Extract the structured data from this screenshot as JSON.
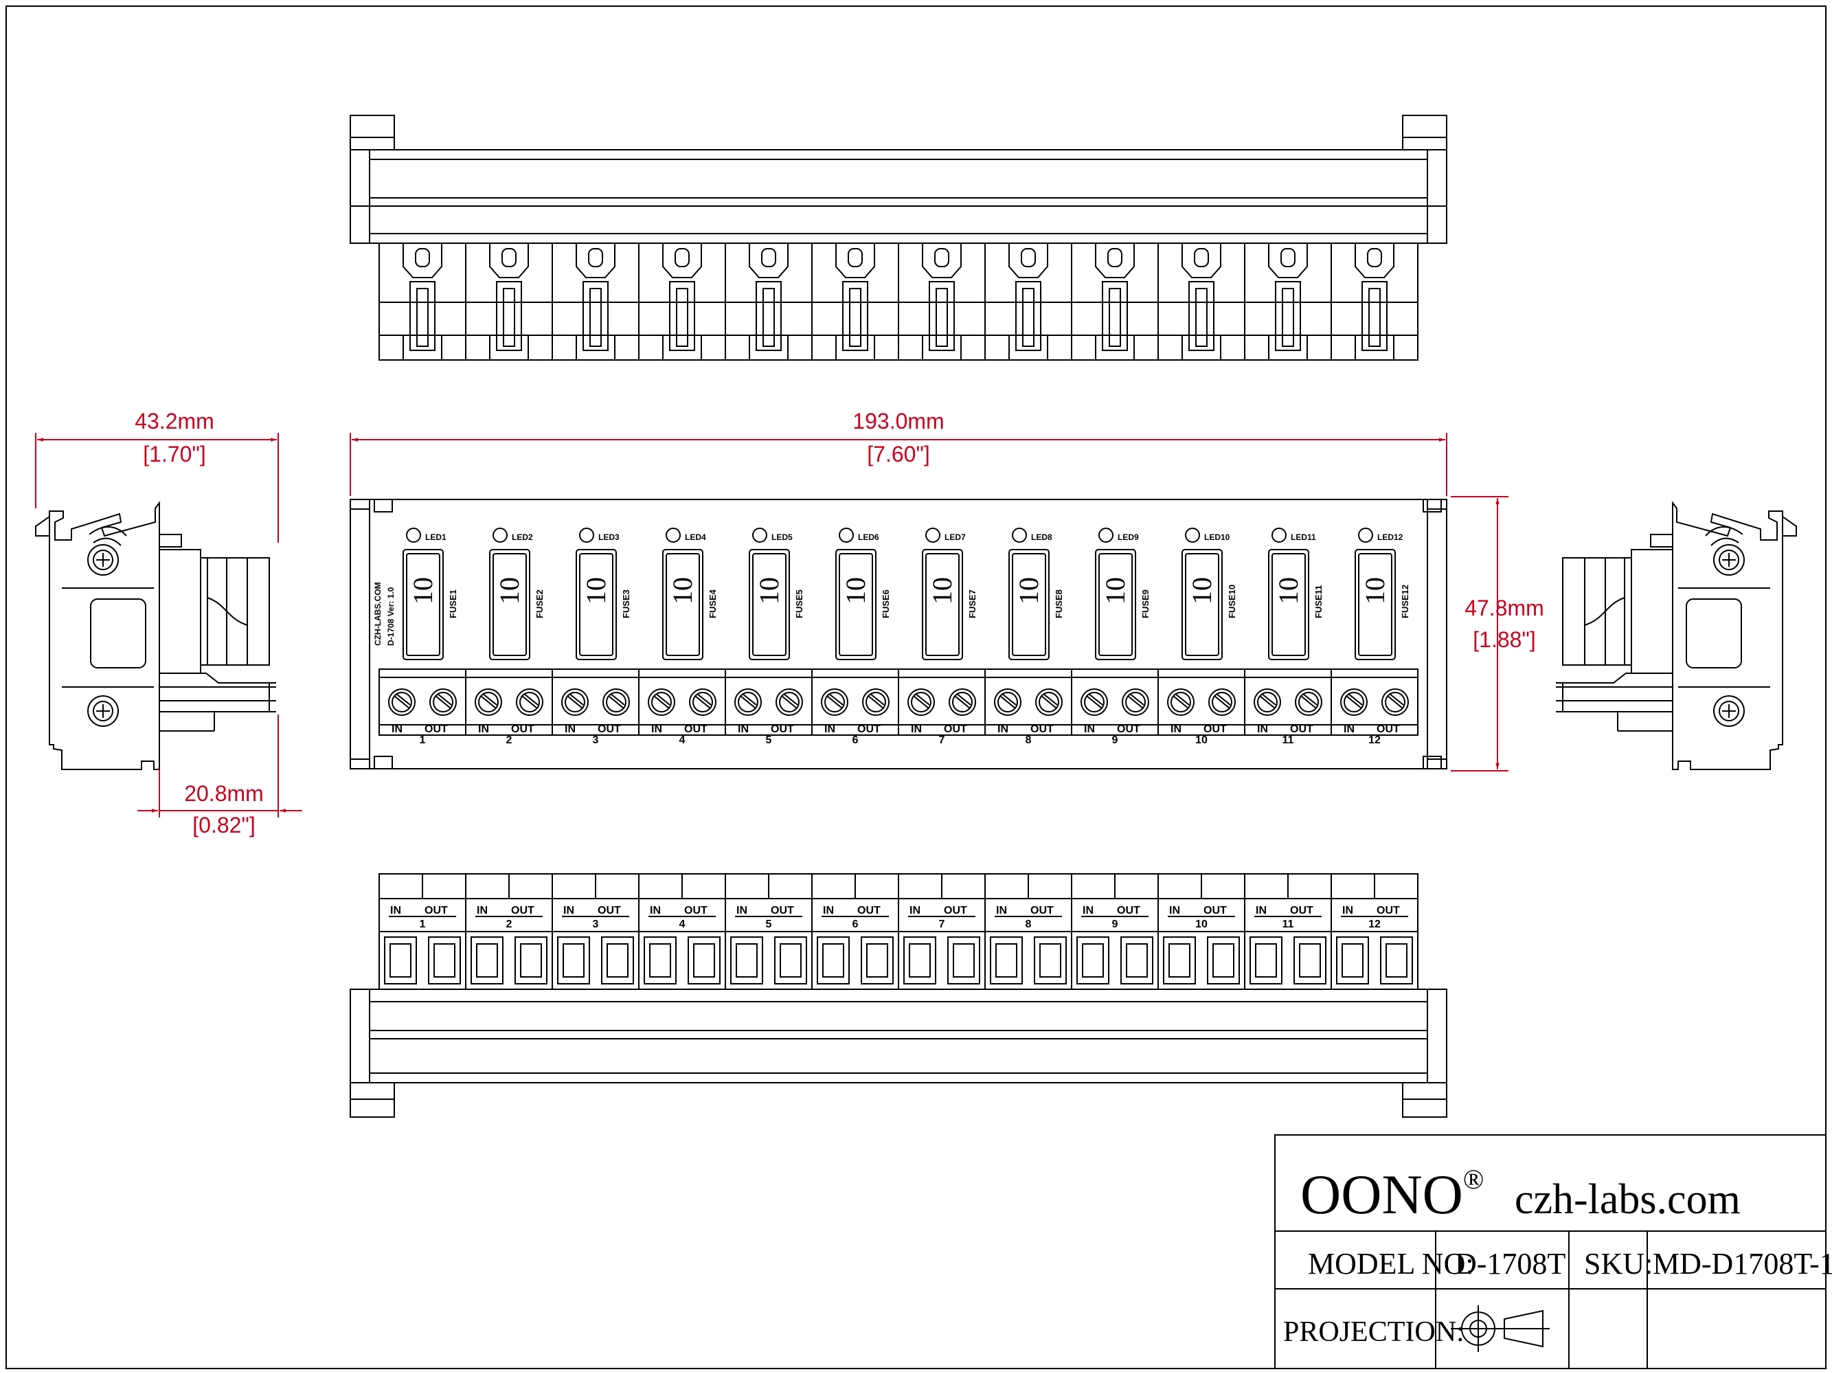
{
  "dimensions": {
    "overall_width_mm": "193.0mm",
    "overall_width_in": "[7.60\"]",
    "height_mm": "47.8mm",
    "height_in": "[1.88\"]",
    "depth_mm": "43.2mm",
    "depth_in": "[1.70\"]",
    "rail_offset_mm": "20.8mm",
    "rail_offset_in": "[0.82\"]"
  },
  "board": {
    "silkscreen_line1": "CZH-LABS.COM",
    "silkscreen_line2": "D-1708  Ver: 1.0",
    "fuse_rating": "10",
    "channels": [
      {
        "led": "LED1",
        "fuse": "FUSE1",
        "num": "1"
      },
      {
        "led": "LED2",
        "fuse": "FUSE2",
        "num": "2"
      },
      {
        "led": "LED3",
        "fuse": "FUSE3",
        "num": "3"
      },
      {
        "led": "LED4",
        "fuse": "FUSE4",
        "num": "4"
      },
      {
        "led": "LED5",
        "fuse": "FUSE5",
        "num": "5"
      },
      {
        "led": "LED6",
        "fuse": "FUSE6",
        "num": "6"
      },
      {
        "led": "LED7",
        "fuse": "FUSE7",
        "num": "7"
      },
      {
        "led": "LED8",
        "fuse": "FUSE8",
        "num": "8"
      },
      {
        "led": "LED9",
        "fuse": "FUSE9",
        "num": "9"
      },
      {
        "led": "LED10",
        "fuse": "FUSE10",
        "num": "10"
      },
      {
        "led": "LED11",
        "fuse": "FUSE11",
        "num": "11"
      },
      {
        "led": "LED12",
        "fuse": "FUSE12",
        "num": "12"
      }
    ],
    "in_label": "IN",
    "out_label": "OUT"
  },
  "title_block": {
    "brand": "OONO",
    "brand_mark": "®",
    "website": "czh-labs.com",
    "model_label": "MODEL NO:",
    "model_value": "D-1708T",
    "sku_label": "SKU:",
    "sku_value": "MD-D1708T-1",
    "projection_label": "PROJECTION:",
    "projection_icon": "third-angle-projection-icon"
  },
  "colors": {
    "line": "#000000",
    "dimension": "#c8001e",
    "background": "#ffffff"
  }
}
